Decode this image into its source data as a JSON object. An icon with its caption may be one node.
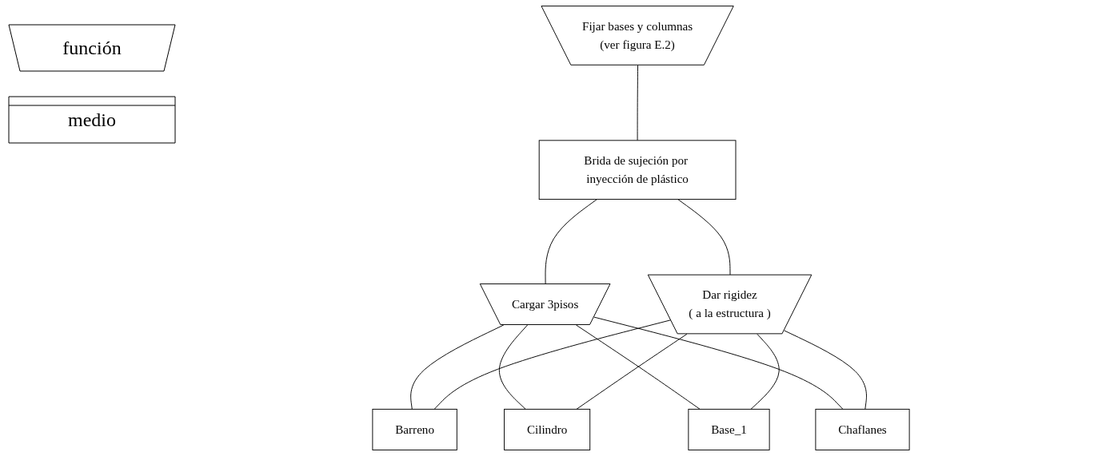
{
  "diagram": {
    "nodes": [
      {
        "text": [
          "Fijar bases y columnas",
          "(ver figura E.2)"
        ]
      },
      {
        "text": [
          "Brida de sujeción por inyección de plástico"
        ]
      },
      {
        "text": [
          "Cargar 3pisos"
        ]
      },
      {
        "text": [
          "Dar rigidez",
          "( a la estructura )"
        ]
      },
      {
        "text": [
          "Barreno"
        ]
      },
      {
        "text": [
          "Cilindro"
        ]
      },
      {
        "text": [
          "Base_1"
        ]
      },
      {
        "text": [
          "Chaflanes"
        ]
      }
    ],
    "edges": [
      {
        "from": 0,
        "to": 1,
        "arrow": "none"
      },
      {
        "from": 1,
        "to": 2,
        "arrow": "none"
      },
      {
        "from": 1,
        "to": 3,
        "arrow": "none"
      },
      {
        "from": 2,
        "to": 4,
        "arrow": "none"
      },
      {
        "from": 2,
        "to": 5,
        "arrow": "none"
      },
      {
        "from": 2,
        "to": 6,
        "arrow": "none"
      },
      {
        "from": 2,
        "to": 7,
        "arrow": "none"
      },
      {
        "from": 3,
        "to": 4,
        "arrow": "none"
      },
      {
        "from": 3,
        "to": 5,
        "arrow": "none"
      },
      {
        "from": 3,
        "to": 6,
        "arrow": "none"
      },
      {
        "from": 3,
        "to": 7,
        "arrow": "none"
      }
    ],
    "legend": [
      {
        "text": "función"
      },
      {
        "text": "medio"
      }
    ]
  }
}
